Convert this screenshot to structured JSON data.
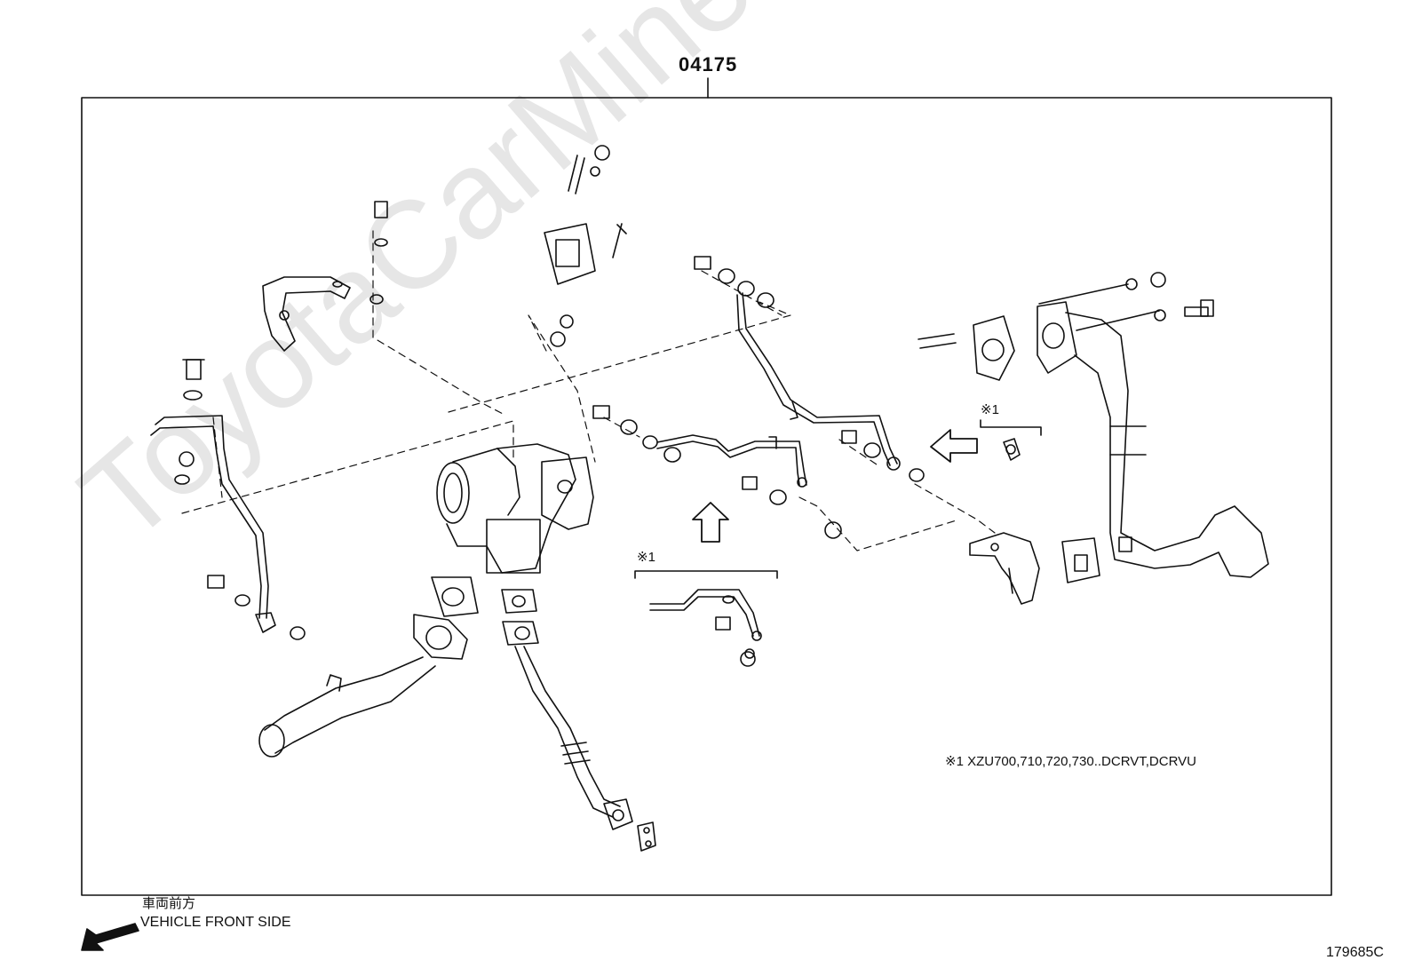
{
  "diagram": {
    "assembly_number": "04175",
    "variant_mark": "※1",
    "variant_note": "※1 XZU700,710,720,730..DCRVT,DCRVU",
    "direction_label_jp": "車両前方",
    "direction_label_en": "VEHICLE FRONT SIDE",
    "illustration_number": "179685C",
    "watermark_text": "ToyotaCarMine.ru"
  }
}
